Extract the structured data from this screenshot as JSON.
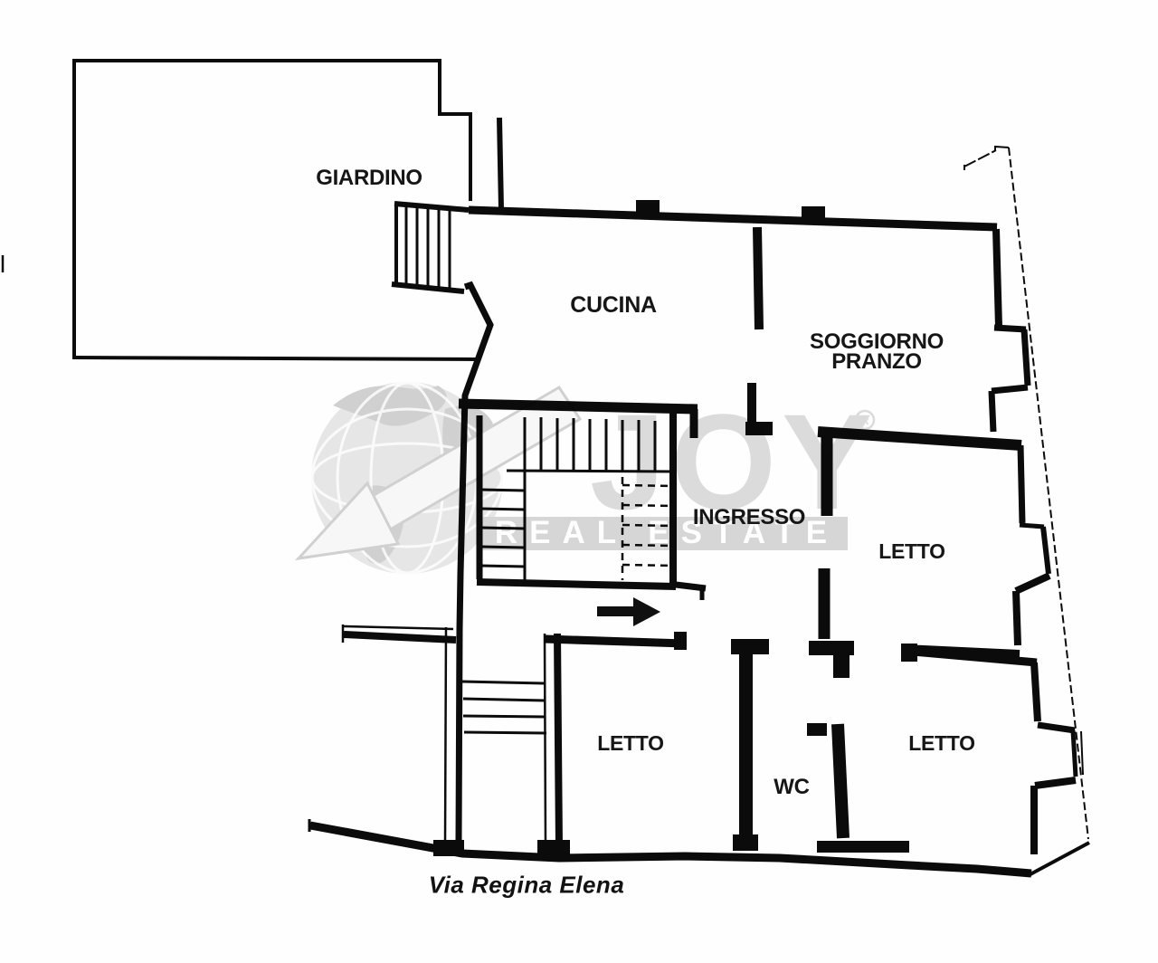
{
  "document": {
    "type": "floor-plan-scan",
    "street_label": "Via Regina Elena"
  },
  "rooms": {
    "garden": "GIARDINO",
    "kitchen": "CUCINA",
    "living_dining": "SOGGIORNO\nPRANZO",
    "entrance": "INGRESSO",
    "bedroom_top_right": "LETTO",
    "bedroom_bottom_left": "LETTO",
    "bedroom_bottom_right": "LETTO",
    "wc": "WC"
  },
  "watermark": {
    "brand": "JOY",
    "registered_mark": "R",
    "banner": "REAL ESTATE",
    "brand_color": "#c7c7c7",
    "banner_color": "#bfbfbf"
  },
  "colors": {
    "wall_ink": "#0b0b0b",
    "paper": "#fefefe"
  }
}
